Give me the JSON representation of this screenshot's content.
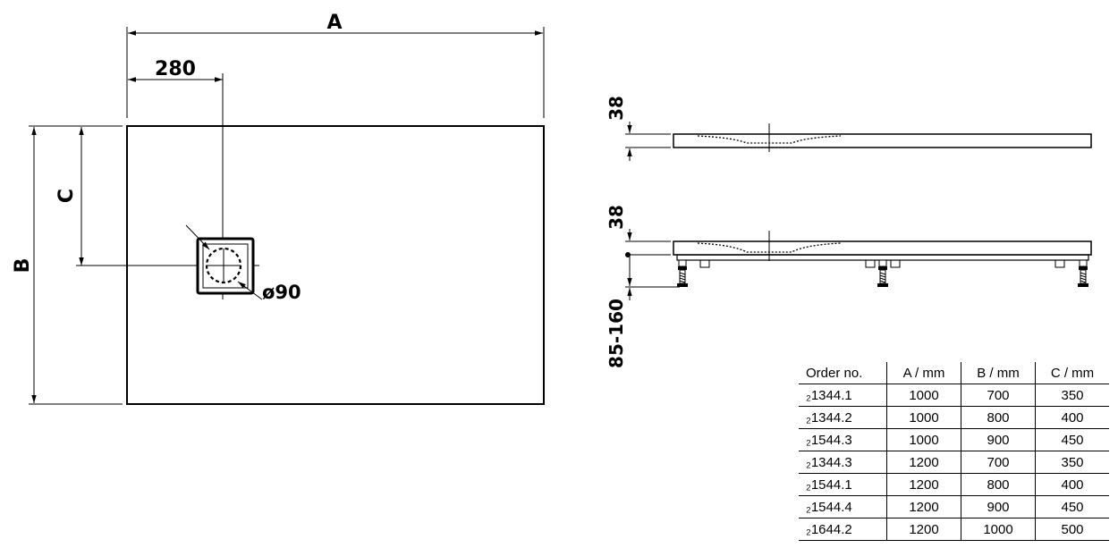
{
  "dimensions": {
    "a": "A",
    "b": "B",
    "c": "C",
    "offset": "280",
    "drain_diameter": "ø90",
    "height_top": "38",
    "height_bottom": "38",
    "leg_range": "85-160"
  },
  "table": {
    "headers": [
      "Order no.",
      "A / mm",
      "B / mm",
      "C / mm"
    ],
    "rows": [
      [
        "₂1344.1",
        "1000",
        "700",
        "350"
      ],
      [
        "₂1344.2",
        "1000",
        "800",
        "400"
      ],
      [
        "₂1544.3",
        "1000",
        "900",
        "450"
      ],
      [
        "₂1344.3",
        "1200",
        "700",
        "350"
      ],
      [
        "₂1544.1",
        "1200",
        "800",
        "400"
      ],
      [
        "₂1544.4",
        "1200",
        "900",
        "450"
      ],
      [
        "₂1644.2",
        "1200",
        "1000",
        "500"
      ]
    ]
  }
}
